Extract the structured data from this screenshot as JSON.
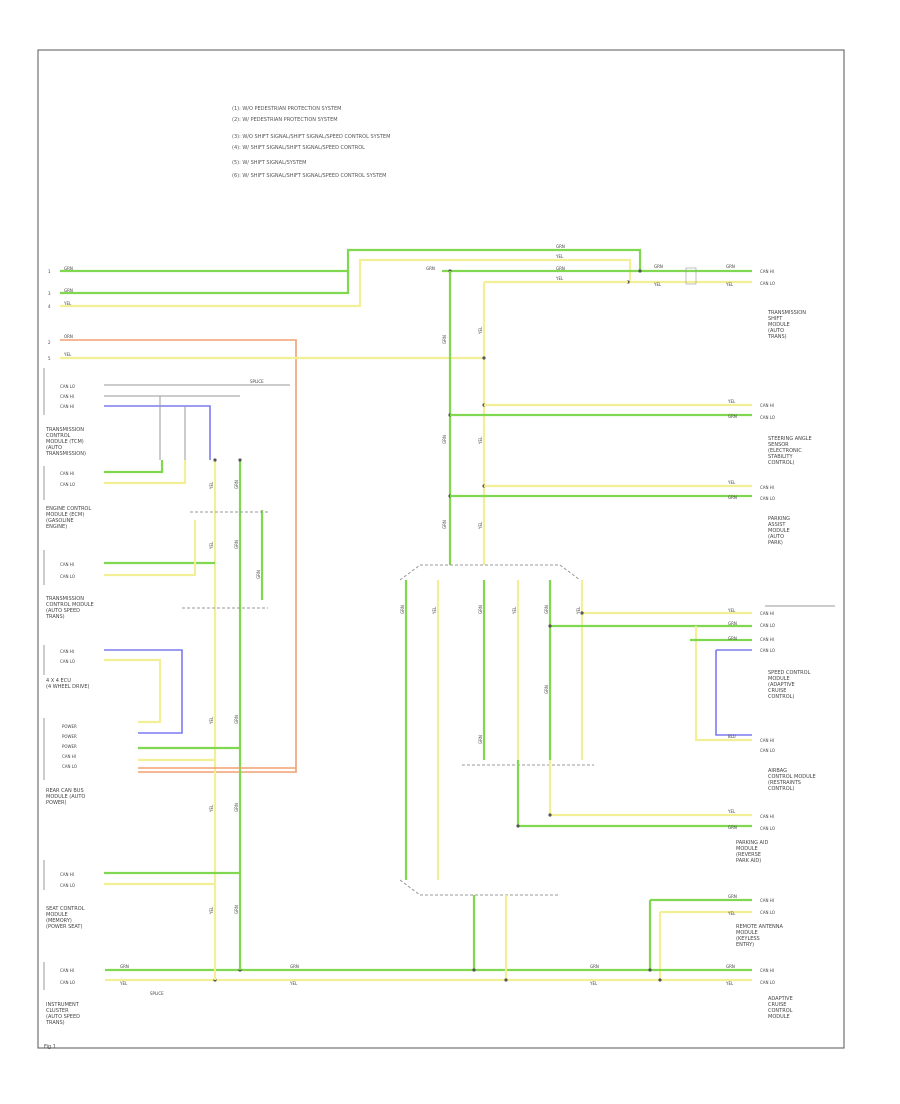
{
  "notes": [
    "(1): W/O PEDESTRIAN PROTECTION SYSTEM",
    "(2): W/ PEDESTRIAN PROTECTION SYSTEM",
    "(3): W/O SHIFT SIGNAL/SHIFT SIGNAL/SPEED CONTROL SYSTEM",
    "(4): W/ SHIFT SIGNAL/SHIFT SIGNAL/SPEED CONTROL",
    "(5): W/ SHIFT SIGNAL/SYSTEM",
    "(6): W/ SHIFT SIGNAL/SHIFT SIGNAL/SPEED CONTROL SYSTEM"
  ],
  "left_components": [
    "TRANSMISSION CONTROL MODULE (TCM) (AUTO TRANSMISSION)",
    "ENGINE CONTROL MODULE (ECM)",
    "TRANSMISSION CONTROL MODULE",
    "4 X 4 ECU",
    "REAR CAN BUS",
    "SEAT CONTROL MODULE",
    "INSTRUMENT CLUSTER"
  ],
  "right_components": [
    "TRANSMISSION SHIFT MODULE",
    "STEERING ANGLE SENSOR",
    "PARKING ASSIST MODULE",
    "SPEED CONTROL MODULE",
    "AIRBAG CONTROL MODULE",
    "PARKING AID MODULE",
    "REMOTE ANTENNA",
    "ADAPTIVE CRUISE CONTROL"
  ],
  "wire_labels": {
    "green": "GRN",
    "yellow": "YEL",
    "can_hi": "CAN HI",
    "can_lo": "CAN LO"
  },
  "footer_label": "Fig 1"
}
